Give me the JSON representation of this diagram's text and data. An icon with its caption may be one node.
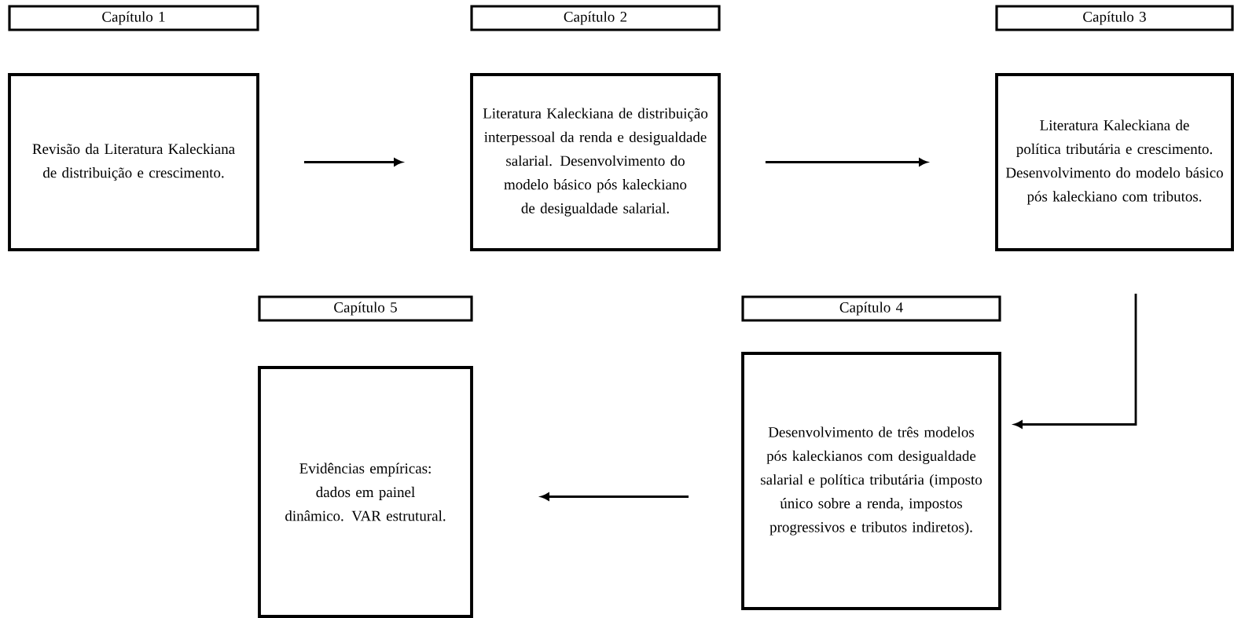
{
  "diagram": {
    "nodes": [
      {
        "text": [
          "Capítulo 1"
        ]
      },
      {
        "text": [
          "Revisão da Literatura Kaleckiana de distribuição e crescimento."
        ]
      },
      {
        "text": [
          "Capítulo 2"
        ]
      },
      {
        "text": [
          "Literatura Kaleckiana de distribuição interpessoal da renda e desigualdade salarial. Desenvolvimento do modelo básico pós kaleckiano de desigualdade salarial."
        ]
      },
      {
        "text": [
          "Capítulo 3"
        ]
      },
      {
        "text": [
          "Literatura Kaleckiana de política tributária e crescimento. Desenvolvimento do modelo básico pós kaleckiano com tributos."
        ]
      },
      {
        "text": [
          "Capítulo 5"
        ]
      },
      {
        "text": [
          "Capítulo 4"
        ]
      },
      {
        "text": [
          "Evidências empíricas: dados em painel dinâmico. VAR estrutural."
        ]
      },
      {
        "text": [
          "Desenvolvimento de três modelos pós kaleckianos com desigualdade salarial e política tributária (imposto único sobre a renda, impostos progressivos e tributos indiretos)."
        ]
      }
    ],
    "edges": [
      {
        "from": 1,
        "to": 3,
        "arrow": "to"
      },
      {
        "from": 3,
        "to": 5,
        "arrow": "to"
      },
      {
        "from": 5,
        "to": 9,
        "arrow": "to"
      },
      {
        "from": 9,
        "to": 8,
        "arrow": "to"
      }
    ]
  }
}
